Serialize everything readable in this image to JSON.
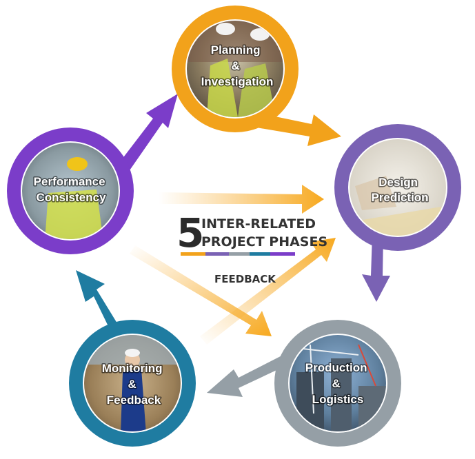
{
  "phases": [
    {
      "label_lines": [
        "Planning",
        "&",
        "Investigation"
      ],
      "color": "#F2A21B",
      "icon": "construction-workers-photo"
    },
    {
      "label_lines": [
        "Design",
        "Prediction"
      ],
      "color": "#7A62B4",
      "icon": "blueprint-drawings-photo"
    },
    {
      "label_lines": [
        "Production",
        "&",
        "Logistics"
      ],
      "color": "#959FA6",
      "icon": "building-cranes-photo"
    },
    {
      "label_lines": [
        "Monitoring",
        "&",
        "Feedback"
      ],
      "color": "#1F7CA1",
      "icon": "site-inspector-photo"
    },
    {
      "label_lines": [
        "Performance",
        "Consistency"
      ],
      "color": "#7B3DC9",
      "icon": "worker-on-radio-photo"
    }
  ],
  "title": {
    "number": "5",
    "line1": "INTER-RELATED",
    "line2": "PROJECT PHASES"
  },
  "feedback_label": "FEEDBACK",
  "colors": {
    "orange": "#F2A21B",
    "purple": "#7A62B4",
    "gray": "#959FA6",
    "blue": "#1F7CA1",
    "violet": "#7B3DC9"
  }
}
